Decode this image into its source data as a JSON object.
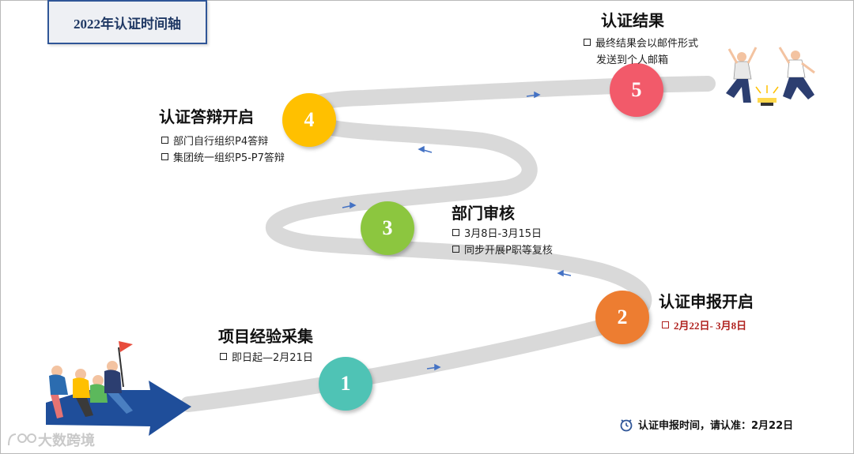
{
  "title": "2022年认证时间轴",
  "steps": [
    {
      "num": "1",
      "heading": "项目经验采集",
      "color": "#4fc3b5",
      "items": [
        "即日起—2月21日"
      ]
    },
    {
      "num": "2",
      "heading": "认证申报开启",
      "color": "#ed7d31",
      "items": [
        "2月22日- 3月8日"
      ]
    },
    {
      "num": "3",
      "heading": "部门审核",
      "color": "#8cc63f",
      "items": [
        "3月8日-3月15日",
        "同步开展P职等复核"
      ]
    },
    {
      "num": "4",
      "heading": "认证答辩开启",
      "color": "#ffc000",
      "items": [
        "部门自行组织P4答辩",
        "集团统一组织P5-P7答辩"
      ]
    },
    {
      "num": "5",
      "heading": "认证结果",
      "color": "#f25a6a",
      "items": [
        "最终结果会以邮件形式",
        "发送到个人邮箱"
      ]
    }
  ],
  "footer_note": "认证申报时间，请认准：2月22日",
  "watermark": "大数跨境",
  "colors": {
    "road": "#d9d9d9",
    "arrow": "#4472c4",
    "title_border": "#2f5597",
    "highlight": "#b0221f"
  },
  "icons": [
    "team-flag-illustration",
    "blue-arrow-icon",
    "celebration-illustration",
    "alarm-clock-icon"
  ]
}
